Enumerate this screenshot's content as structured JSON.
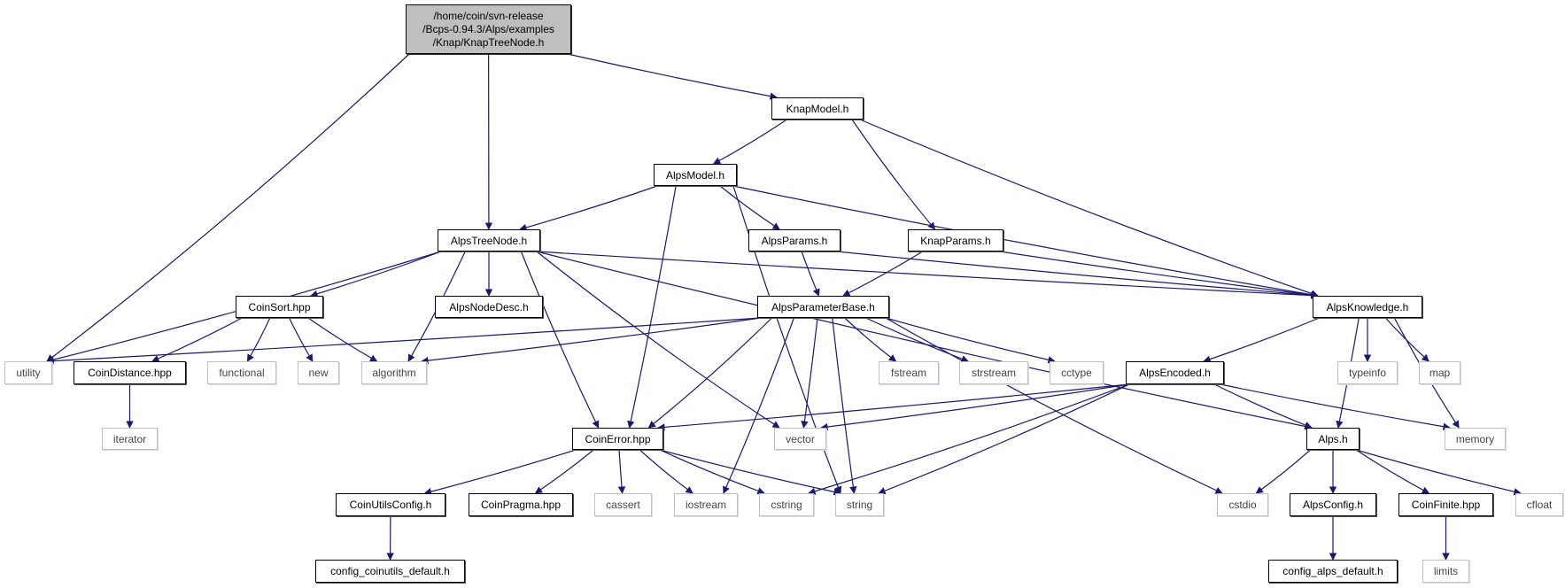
{
  "colors": {
    "edge": "#191970",
    "root_fill": "#bfbfbf",
    "documented_border": "#000000",
    "system_border": "#bfbfbf"
  },
  "nodes": {
    "root": {
      "label": "/home/coin/svn-release\n/Bcps-0.94.3/Alps/examples\n/Knap/KnapTreeNode.h",
      "kind": "root"
    },
    "KnapModel": {
      "label": "KnapModel.h",
      "kind": "doc"
    },
    "AlpsModel": {
      "label": "AlpsModel.h",
      "kind": "doc"
    },
    "AlpsTreeNode": {
      "label": "AlpsTreeNode.h",
      "kind": "doc"
    },
    "AlpsParams": {
      "label": "AlpsParams.h",
      "kind": "doc"
    },
    "KnapParams": {
      "label": "KnapParams.h",
      "kind": "doc"
    },
    "AlpsKnowledge": {
      "label": "AlpsKnowledge.h",
      "kind": "doc"
    },
    "CoinSort": {
      "label": "CoinSort.hpp",
      "kind": "doc"
    },
    "AlpsNodeDesc": {
      "label": "AlpsNodeDesc.h",
      "kind": "doc"
    },
    "AlpsParameterBase": {
      "label": "AlpsParameterBase.h",
      "kind": "doc"
    },
    "utility": {
      "label": "utility",
      "kind": "sys"
    },
    "CoinDistance": {
      "label": "CoinDistance.hpp",
      "kind": "doc"
    },
    "functional": {
      "label": "functional",
      "kind": "sys"
    },
    "new": {
      "label": "new",
      "kind": "sys"
    },
    "algorithm": {
      "label": "algorithm",
      "kind": "sys"
    },
    "fstream": {
      "label": "fstream",
      "kind": "sys"
    },
    "strstream": {
      "label": "strstream",
      "kind": "sys"
    },
    "cctype": {
      "label": "cctype",
      "kind": "sys"
    },
    "AlpsEncoded": {
      "label": "AlpsEncoded.h",
      "kind": "doc"
    },
    "typeinfo": {
      "label": "typeinfo",
      "kind": "sys"
    },
    "map": {
      "label": "map",
      "kind": "sys"
    },
    "iterator": {
      "label": "iterator",
      "kind": "sys"
    },
    "CoinError": {
      "label": "CoinError.hpp",
      "kind": "doc"
    },
    "vector": {
      "label": "vector",
      "kind": "sys"
    },
    "Alps": {
      "label": "Alps.h",
      "kind": "doc"
    },
    "memory": {
      "label": "memory",
      "kind": "sys"
    },
    "CoinUtilsConfig": {
      "label": "CoinUtilsConfig.h",
      "kind": "doc"
    },
    "CoinPragma": {
      "label": "CoinPragma.hpp",
      "kind": "doc"
    },
    "cassert": {
      "label": "cassert",
      "kind": "sys"
    },
    "iostream": {
      "label": "iostream",
      "kind": "sys"
    },
    "cstring": {
      "label": "cstring",
      "kind": "sys"
    },
    "string": {
      "label": "string",
      "kind": "sys"
    },
    "cstdio": {
      "label": "cstdio",
      "kind": "sys"
    },
    "AlpsConfig": {
      "label": "AlpsConfig.h",
      "kind": "doc"
    },
    "CoinFinite": {
      "label": "CoinFinite.hpp",
      "kind": "doc"
    },
    "cfloat": {
      "label": "cfloat",
      "kind": "sys"
    },
    "config_coinutils_default": {
      "label": "config_coinutils_default.h",
      "kind": "doc"
    },
    "config_alps_default": {
      "label": "config_alps_default.h",
      "kind": "doc"
    },
    "limits": {
      "label": "limits",
      "kind": "sys"
    }
  },
  "edges": [
    [
      "root",
      "utility"
    ],
    [
      "root",
      "AlpsTreeNode"
    ],
    [
      "root",
      "KnapModel"
    ],
    [
      "KnapModel",
      "AlpsModel"
    ],
    [
      "KnapModel",
      "KnapParams"
    ],
    [
      "KnapModel",
      "AlpsKnowledge"
    ],
    [
      "AlpsModel",
      "AlpsTreeNode"
    ],
    [
      "AlpsModel",
      "CoinError"
    ],
    [
      "AlpsModel",
      "string"
    ],
    [
      "AlpsModel",
      "AlpsParams"
    ],
    [
      "AlpsModel",
      "AlpsKnowledge"
    ],
    [
      "AlpsTreeNode",
      "utility"
    ],
    [
      "AlpsTreeNode",
      "CoinSort"
    ],
    [
      "AlpsTreeNode",
      "algorithm"
    ],
    [
      "AlpsTreeNode",
      "CoinError"
    ],
    [
      "AlpsTreeNode",
      "AlpsNodeDesc"
    ],
    [
      "AlpsTreeNode",
      "vector"
    ],
    [
      "AlpsTreeNode",
      "AlpsKnowledge"
    ],
    [
      "AlpsTreeNode",
      "Alps"
    ],
    [
      "AlpsParams",
      "AlpsParameterBase"
    ],
    [
      "AlpsParams",
      "AlpsKnowledge"
    ],
    [
      "KnapParams",
      "AlpsParameterBase"
    ],
    [
      "KnapParams",
      "AlpsKnowledge"
    ],
    [
      "AlpsParameterBase",
      "utility"
    ],
    [
      "AlpsParameterBase",
      "algorithm"
    ],
    [
      "AlpsParameterBase",
      "CoinError"
    ],
    [
      "AlpsParameterBase",
      "iostream"
    ],
    [
      "AlpsParameterBase",
      "vector"
    ],
    [
      "AlpsParameterBase",
      "string"
    ],
    [
      "AlpsParameterBase",
      "fstream"
    ],
    [
      "AlpsParameterBase",
      "strstream"
    ],
    [
      "AlpsParameterBase",
      "cctype"
    ],
    [
      "AlpsParameterBase",
      "cstdio"
    ],
    [
      "CoinSort",
      "CoinDistance"
    ],
    [
      "CoinSort",
      "functional"
    ],
    [
      "CoinSort",
      "new"
    ],
    [
      "CoinSort",
      "algorithm"
    ],
    [
      "CoinDistance",
      "iterator"
    ],
    [
      "AlpsKnowledge",
      "AlpsEncoded"
    ],
    [
      "AlpsKnowledge",
      "typeinfo"
    ],
    [
      "AlpsKnowledge",
      "map"
    ],
    [
      "AlpsKnowledge",
      "Alps"
    ],
    [
      "AlpsKnowledge",
      "memory"
    ],
    [
      "AlpsEncoded",
      "CoinError"
    ],
    [
      "AlpsEncoded",
      "vector"
    ],
    [
      "AlpsEncoded",
      "cstring"
    ],
    [
      "AlpsEncoded",
      "string"
    ],
    [
      "AlpsEncoded",
      "Alps"
    ],
    [
      "AlpsEncoded",
      "memory"
    ],
    [
      "CoinError",
      "CoinUtilsConfig"
    ],
    [
      "CoinError",
      "CoinPragma"
    ],
    [
      "CoinError",
      "cassert"
    ],
    [
      "CoinError",
      "iostream"
    ],
    [
      "CoinError",
      "cstring"
    ],
    [
      "CoinError",
      "string"
    ],
    [
      "CoinUtilsConfig",
      "config_coinutils_default"
    ],
    [
      "Alps",
      "cstdio"
    ],
    [
      "Alps",
      "AlpsConfig"
    ],
    [
      "Alps",
      "CoinFinite"
    ],
    [
      "Alps",
      "cfloat"
    ],
    [
      "AlpsConfig",
      "config_alps_default"
    ],
    [
      "CoinFinite",
      "limits"
    ]
  ]
}
